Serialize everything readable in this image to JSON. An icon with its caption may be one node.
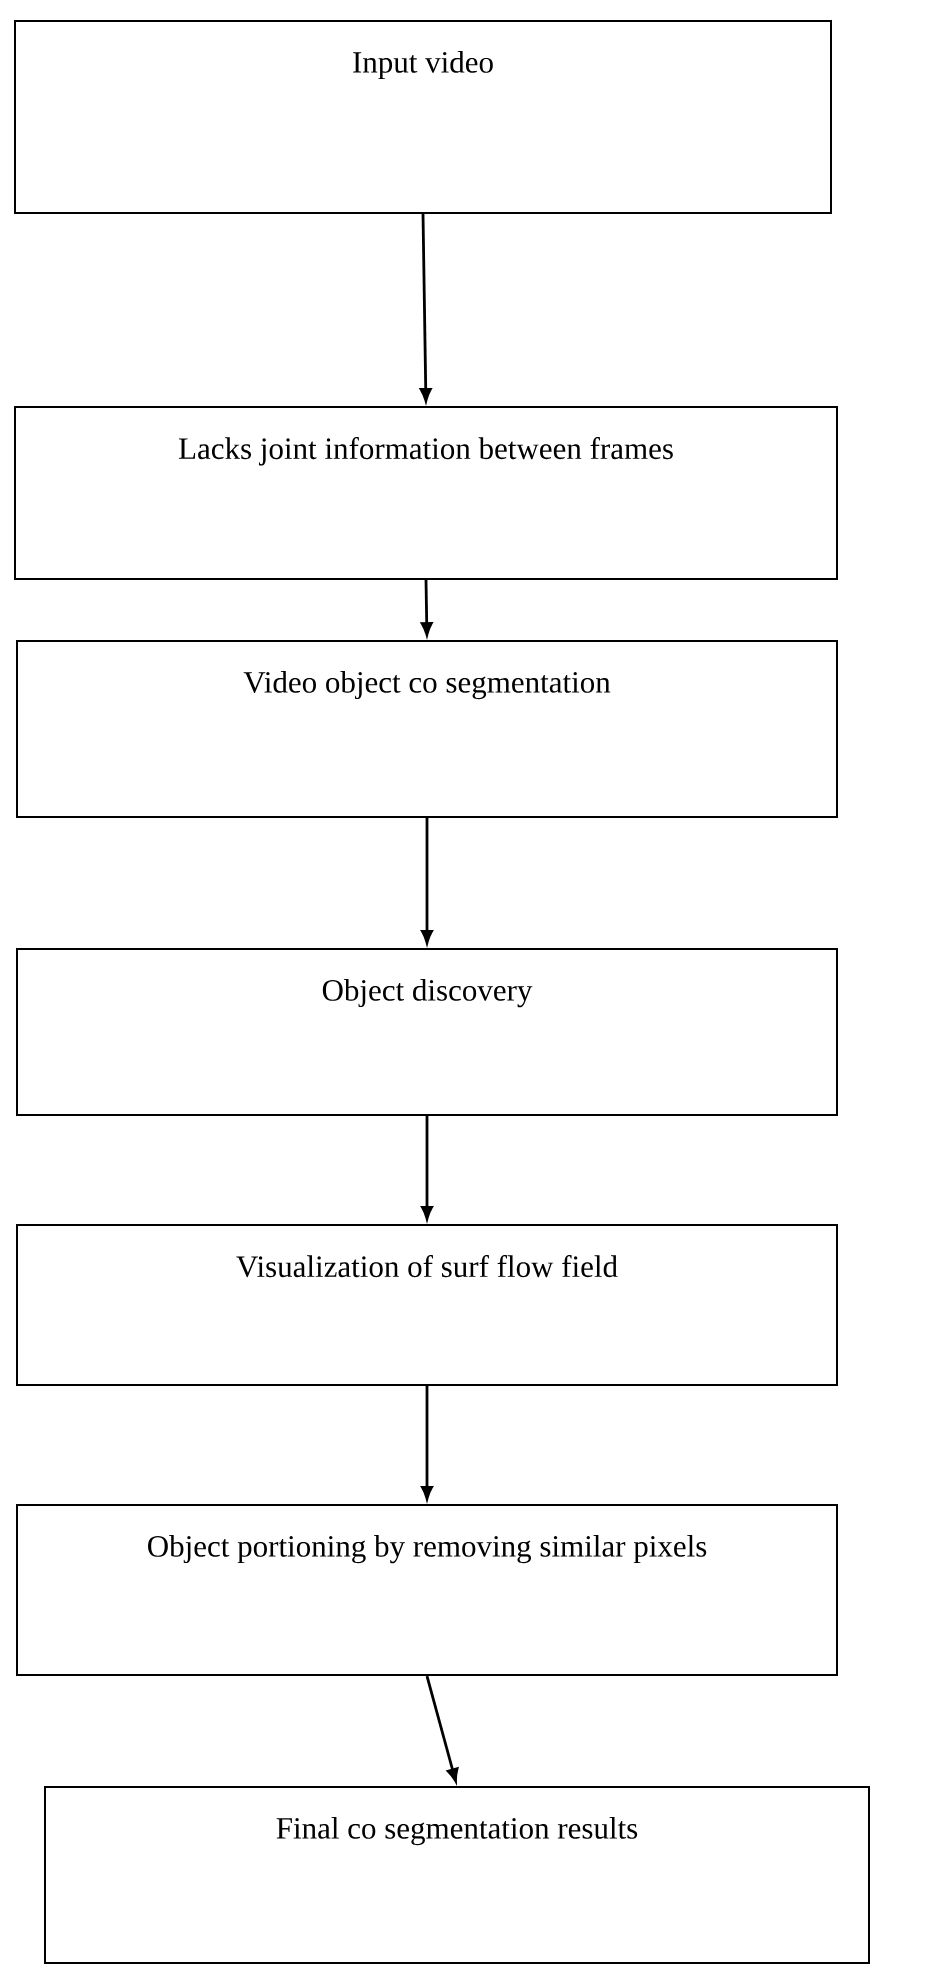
{
  "diagram": {
    "nodes": [
      {
        "text": [
          "Input video"
        ]
      },
      {
        "text": [
          "Lacks joint information between frames"
        ]
      },
      {
        "text": [
          "Video object co segmentation"
        ]
      },
      {
        "text": [
          "Object discovery"
        ]
      },
      {
        "text": [
          "Visualization of surf flow field"
        ]
      },
      {
        "text": [
          "Object portioning by removing similar pixels"
        ]
      },
      {
        "text": [
          "Final co segmentation results"
        ]
      }
    ],
    "edges": [
      {
        "from": 0,
        "to": 1,
        "arrow": "to"
      },
      {
        "from": 1,
        "to": 2,
        "arrow": "to"
      },
      {
        "from": 2,
        "to": 3,
        "arrow": "to"
      },
      {
        "from": 3,
        "to": 4,
        "arrow": "to"
      },
      {
        "from": 4,
        "to": 5,
        "arrow": "to"
      },
      {
        "from": 5,
        "to": 6,
        "arrow": "to"
      }
    ]
  }
}
